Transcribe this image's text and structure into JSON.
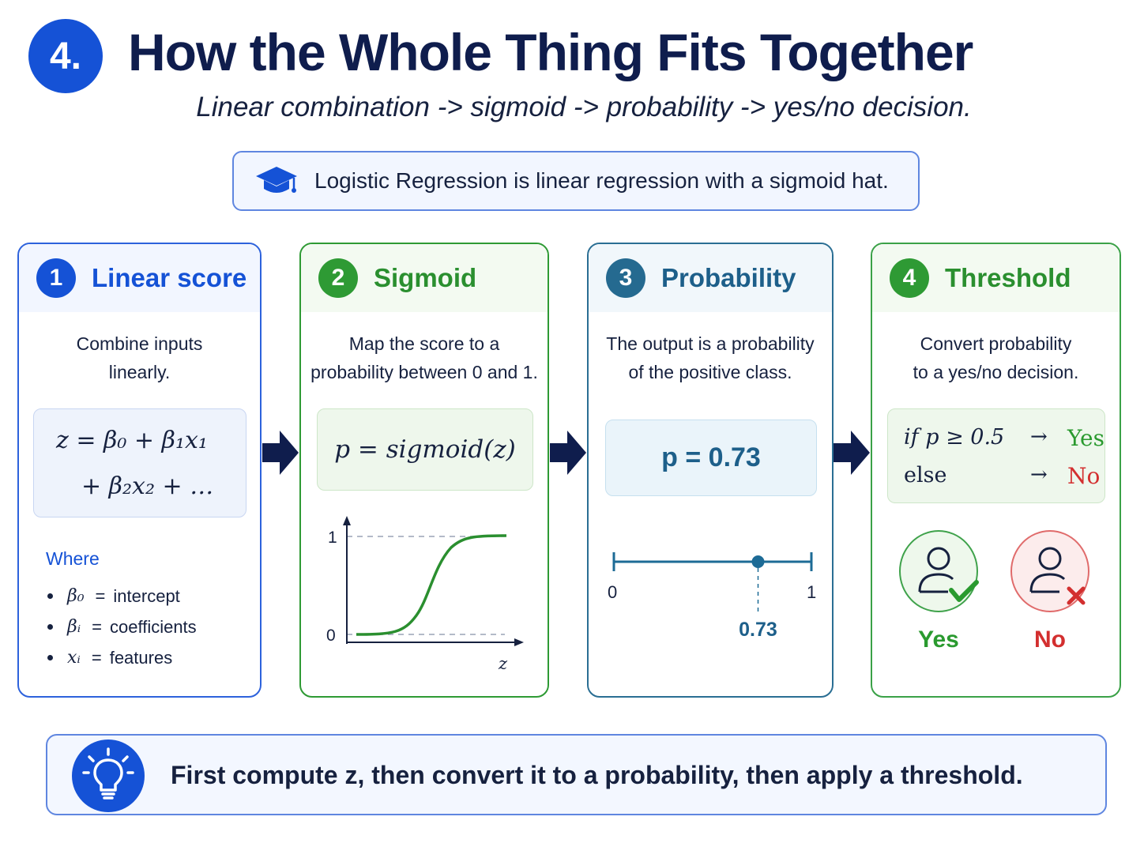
{
  "header": {
    "badge": "4.",
    "title": "How the Whole Thing Fits Together",
    "subtitle": "Linear combination -> sigmoid -> probability -> yes/no decision."
  },
  "banner": {
    "icon": "graduation-cap-icon",
    "text": "Logistic Regression is linear regression with a sigmoid hat."
  },
  "steps": [
    {
      "number": "1",
      "title": "Linear score",
      "desc": [
        "Combine inputs",
        "linearly."
      ],
      "formula": [
        "z = β₀ + β₁x₁",
        "+ β₂x₂ + …"
      ],
      "where_label": "Where",
      "definitions": [
        {
          "symbol": "β₀",
          "eq": "=",
          "meaning": "intercept"
        },
        {
          "symbol": "βᵢ",
          "eq": "=",
          "meaning": "coefficients"
        },
        {
          "symbol": "xᵢ",
          "eq": "=",
          "meaning": "features"
        }
      ]
    },
    {
      "number": "2",
      "title": "Sigmoid",
      "desc": [
        "Map the score to a",
        "probability between 0 and 1."
      ],
      "formula": "p = sigmoid(z)",
      "plot": {
        "y_top_label": "1",
        "y_bottom_label": "0",
        "x_label": "z"
      }
    },
    {
      "number": "3",
      "title": "Probability",
      "desc": [
        "The output is a probability",
        "of the positive class."
      ],
      "formula": "p = 0.73",
      "scale": {
        "min_label": "0",
        "max_label": "1",
        "value": 0.73,
        "value_label": "0.73"
      }
    },
    {
      "number": "4",
      "title": "Threshold",
      "desc": [
        "Convert probability",
        "to a yes/no decision."
      ],
      "rule": {
        "if_text": "if p ≥ 0.5",
        "else_text": "else",
        "arrow": "→",
        "yes": "Yes",
        "no": "No"
      },
      "outcomes": {
        "yes_label": "Yes",
        "no_label": "No",
        "yes_icon": "user-check-icon",
        "no_icon": "user-x-icon"
      }
    }
  ],
  "footer": {
    "icon": "lightbulb-icon",
    "text": "First compute z, then convert it to a probability, then apply a threshold."
  },
  "colors": {
    "blue": "#1552d6",
    "green": "#2e9a34",
    "teal": "#256a90",
    "red": "#d32f2f",
    "navy": "#0f1d4d"
  }
}
